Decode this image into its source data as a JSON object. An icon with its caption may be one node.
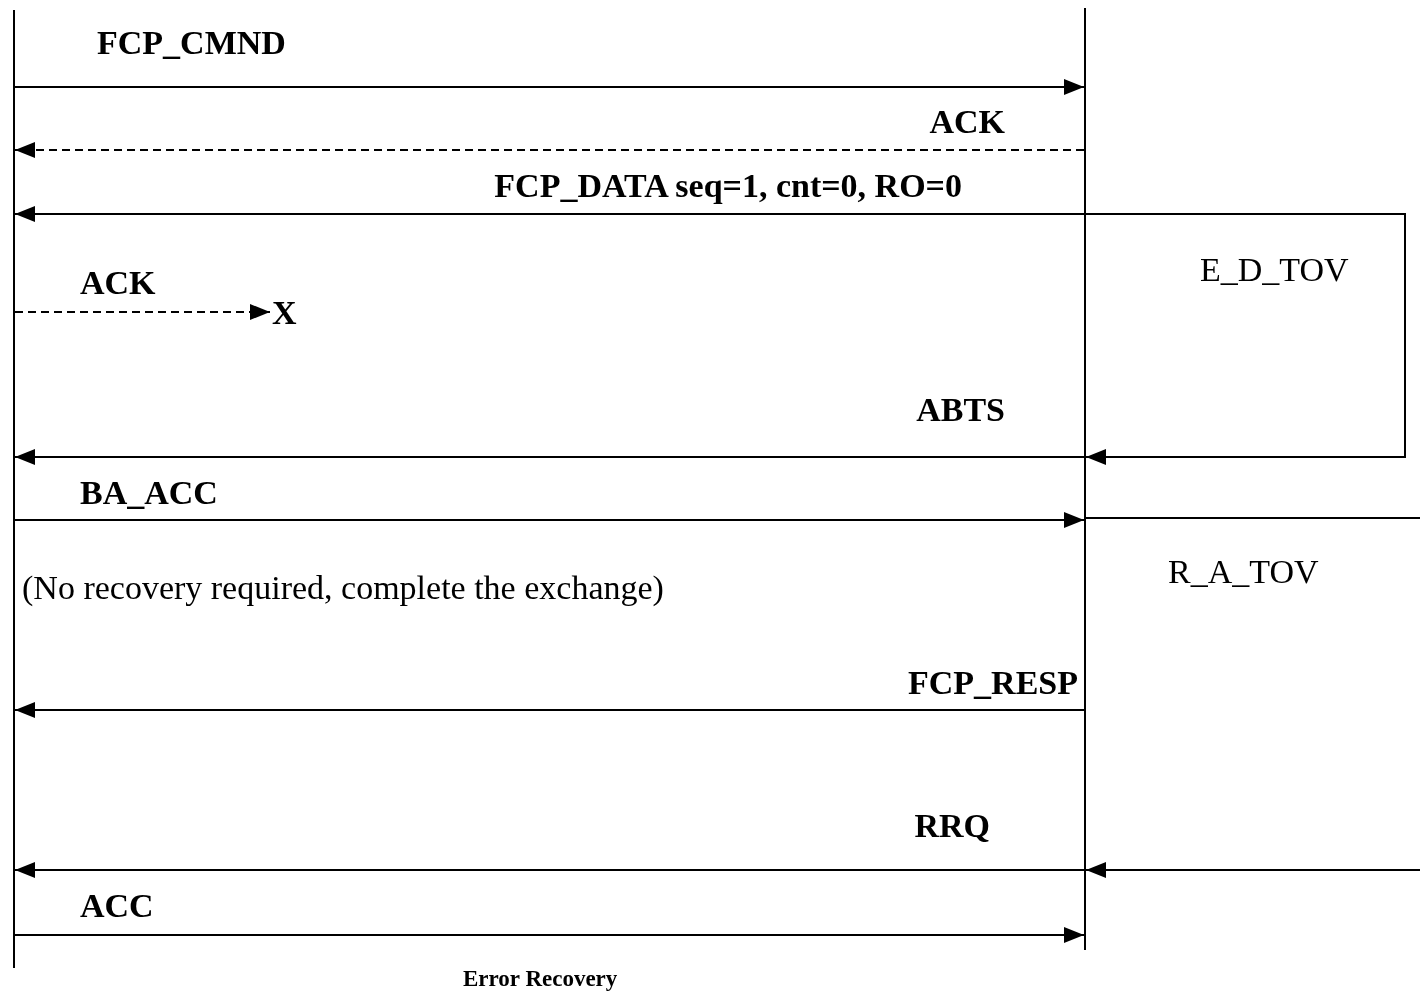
{
  "diagram": {
    "caption": "Error Recovery",
    "nodes": [
      {
        "text": [],
        "shape": "bar"
      },
      {
        "text": [],
        "shape": "bar"
      },
      {
        "text": [
          "X"
        ]
      }
    ],
    "edges": [
      {
        "from": 0,
        "to": 1,
        "arrow": "to",
        "label": "FCP_CMND"
      },
      {
        "from": 1,
        "to": 0,
        "arrow": "to",
        "label": "ACK",
        "style": "dashed"
      },
      {
        "from": 1,
        "to": 0,
        "arrow": "to",
        "label": "FCP_DATA seq=1, cnt=0, RO=0"
      },
      {
        "from": 0,
        "to": 2,
        "arrow": "to",
        "label": "ACK",
        "style": "dashed"
      },
      {
        "from": 1,
        "to": 1,
        "arrow": "to",
        "label": "E_D_TOV"
      },
      {
        "from": 1,
        "to": 0,
        "arrow": "to",
        "label": "ABTS"
      },
      {
        "from": 0,
        "to": 1,
        "arrow": "to",
        "label": "BA_ACC"
      },
      {
        "from": 1,
        "to": null,
        "arrow": "none"
      },
      {
        "from": 1,
        "to": 0,
        "arrow": "to",
        "label": "FCP_RESP"
      },
      {
        "from": null,
        "to": 1,
        "arrow": "to"
      },
      {
        "from": 1,
        "to": 0,
        "arrow": "to",
        "label": "RRQ"
      },
      {
        "from": 0,
        "to": 1,
        "arrow": "to",
        "label": "ACC"
      }
    ],
    "labels": [
      "(No recovery required, complete the exchange)",
      "R_A_TOV"
    ]
  }
}
